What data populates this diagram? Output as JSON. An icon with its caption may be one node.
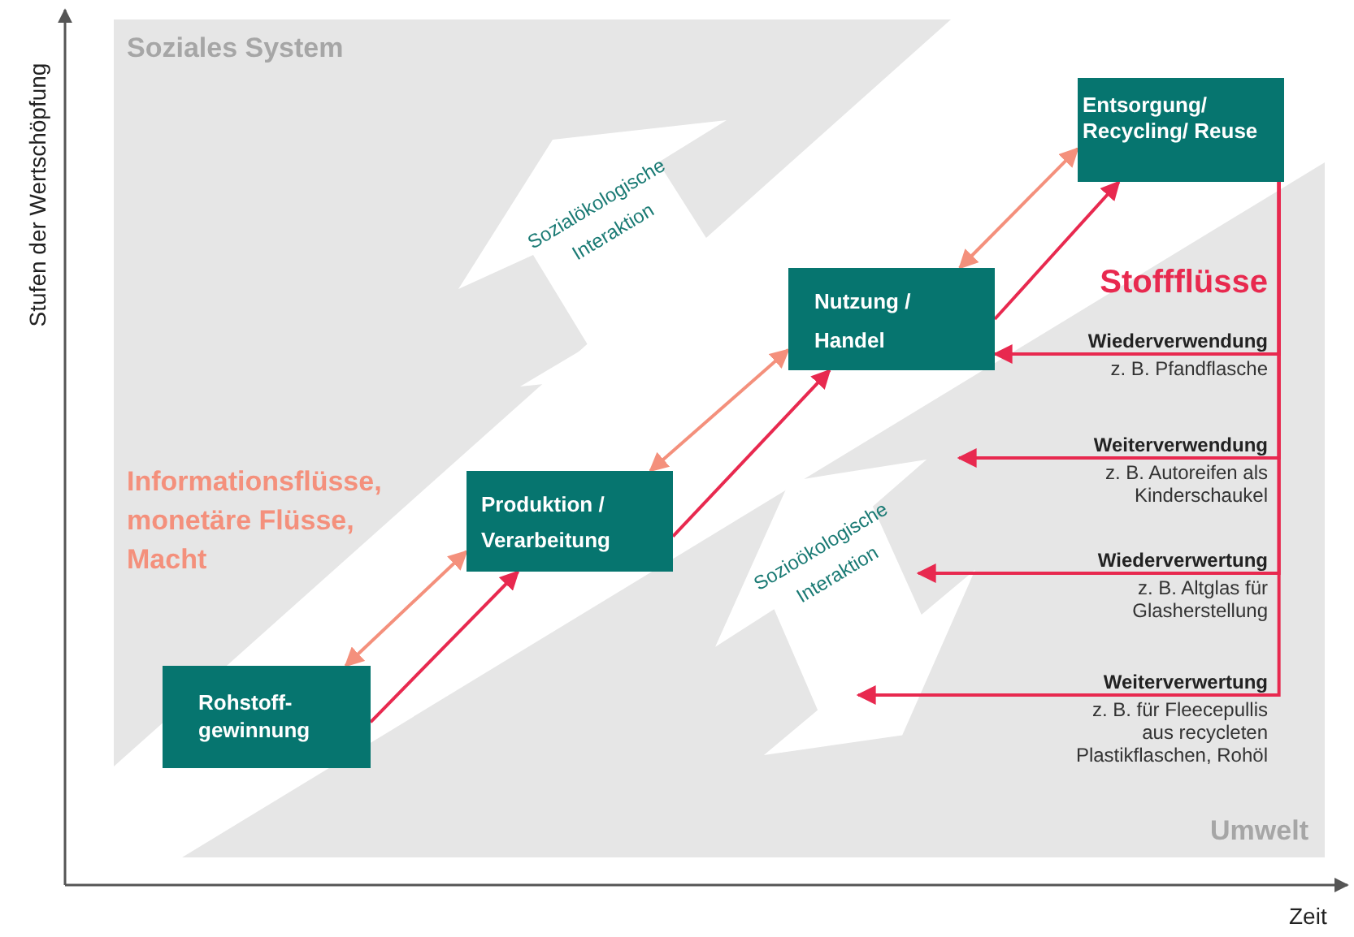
{
  "diagram": {
    "nodes": [
      {
        "text": [
          "Soziales System"
        ]
      },
      {
        "text": [
          "Umwelt"
        ]
      },
      {
        "text": [
          "Rohstoff- gewinnung"
        ]
      },
      {
        "text": [
          "Produktion / Verarbeitung"
        ]
      },
      {
        "text": [
          "Nutzung / Handel"
        ]
      },
      {
        "text": [
          "Entsorgung/ Recycling/ Reuse"
        ]
      },
      {
        "text": [
          "Sozialökologische Interaktion"
        ],
        "in": 0
      },
      {
        "text": [
          "Sozioökologische Interaktion"
        ],
        "in": 1
      }
    ],
    "edges": [
      {
        "from": 2,
        "to": 3,
        "arrow": "to"
      },
      {
        "from": 2,
        "to": 3,
        "arrow": "both",
        "color": "#f4907c"
      },
      {
        "from": 3,
        "to": 4,
        "arrow": "to"
      },
      {
        "from": 3,
        "to": 4,
        "arrow": "both",
        "color": "#f4907c"
      },
      {
        "from": 4,
        "to": 5,
        "arrow": "to"
      },
      {
        "from": 4,
        "to": 5,
        "arrow": "both",
        "color": "#f4907c"
      },
      {
        "from": 5,
        "to": 4,
        "arrow": "to",
        "label": "**Wiederverwendung** z. B. Pfandflasche"
      },
      {
        "from": 5,
        "to": 7,
        "arrow": "to",
        "label": "**Weiterverwendung** z. B. Autoreifen als Kinderschaukel"
      },
      {
        "from": 5,
        "to": 7,
        "arrow": "to",
        "label": "**Wiederverwertung** z. B. Altglas für Glasherstellung"
      },
      {
        "from": 5,
        "to": 7,
        "arrow": "to",
        "label": "**Weiterverwertung** z. B. für Fleecepullis aus recycleten Plastikflaschen, Rohöl"
      }
    ],
    "labels": [
      "Stufen der Wertschöpfung",
      "Informationsflüsse, monetäre Flüsse, Macht",
      "Stoffflüsse",
      "Zeit"
    ]
  }
}
